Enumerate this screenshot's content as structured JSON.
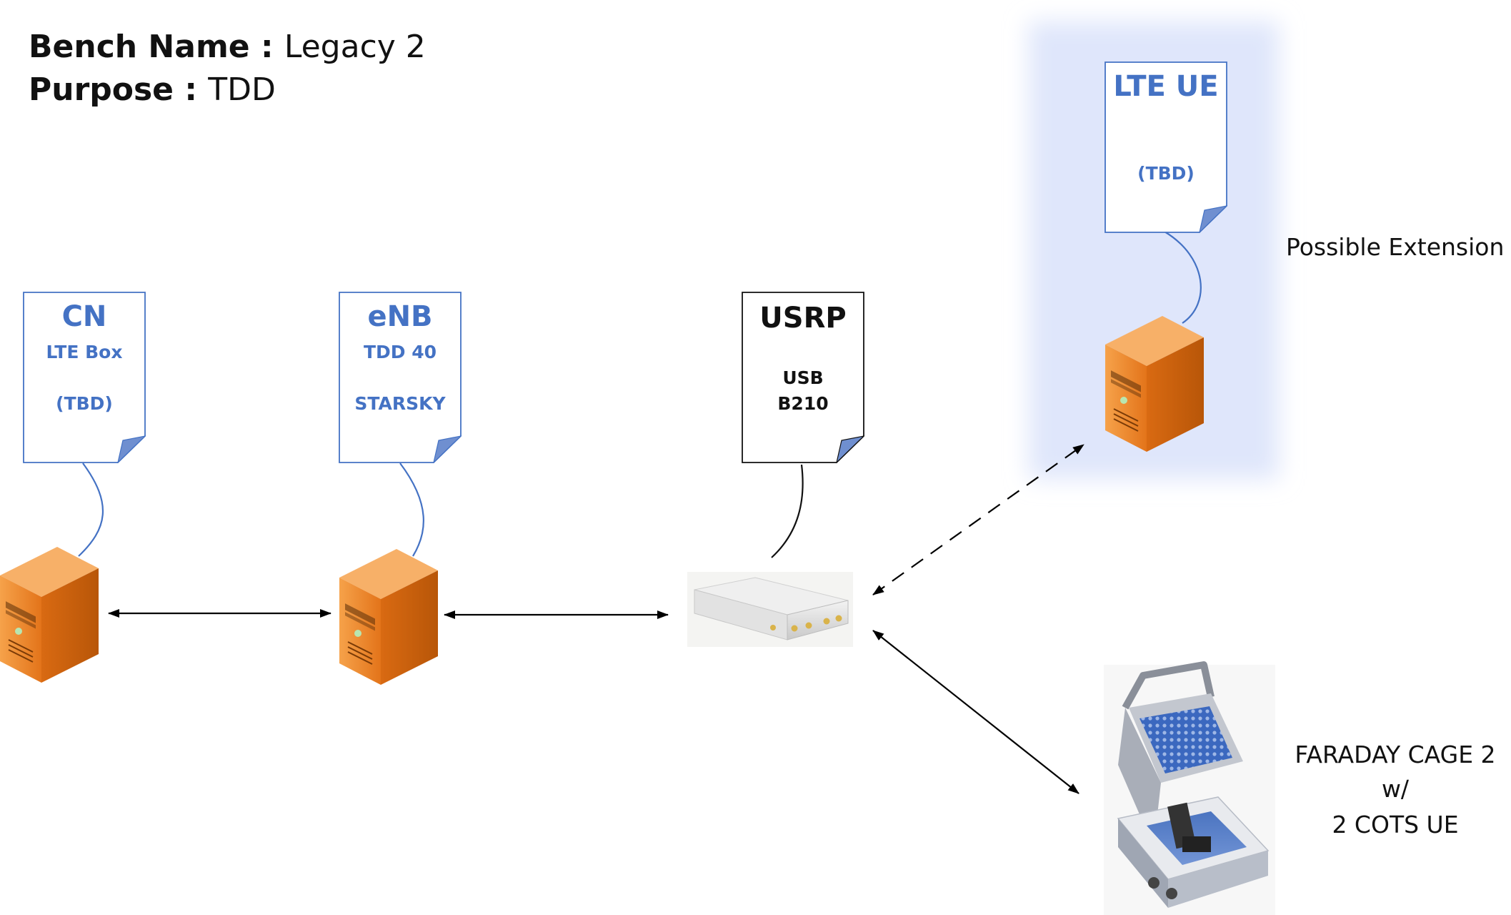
{
  "header": {
    "bench_key": "Bench Name",
    "bench_value": "Legacy 2",
    "purpose_key": "Purpose",
    "purpose_value": "TDD",
    "separator": " : "
  },
  "nodes": {
    "cn": {
      "title": "CN",
      "line1": "LTE Box",
      "line2": "(TBD)"
    },
    "enb": {
      "title": "eNB",
      "line1": "TDD 40",
      "line2": "STARSKY"
    },
    "usrp": {
      "title": "USRP",
      "line1": "USB",
      "line2": "B210"
    },
    "lte_ue": {
      "title": "LTE UE",
      "line1": "(TBD)"
    }
  },
  "labels": {
    "extension": "Possible Extension",
    "faraday_line1": "FARADAY CAGE 2",
    "faraday_line2": "w/",
    "faraday_line3": "2  COTS UE"
  },
  "colors": {
    "accent_text": "#4472c4",
    "note_fold": "#6f8fd0",
    "server_orange": "#f08a24",
    "extension_highlight": "#dfe6fb"
  },
  "icons": {
    "server": "server-tower-icon",
    "usrp": "usrp-device-icon",
    "faraday": "faraday-cage-icon"
  }
}
